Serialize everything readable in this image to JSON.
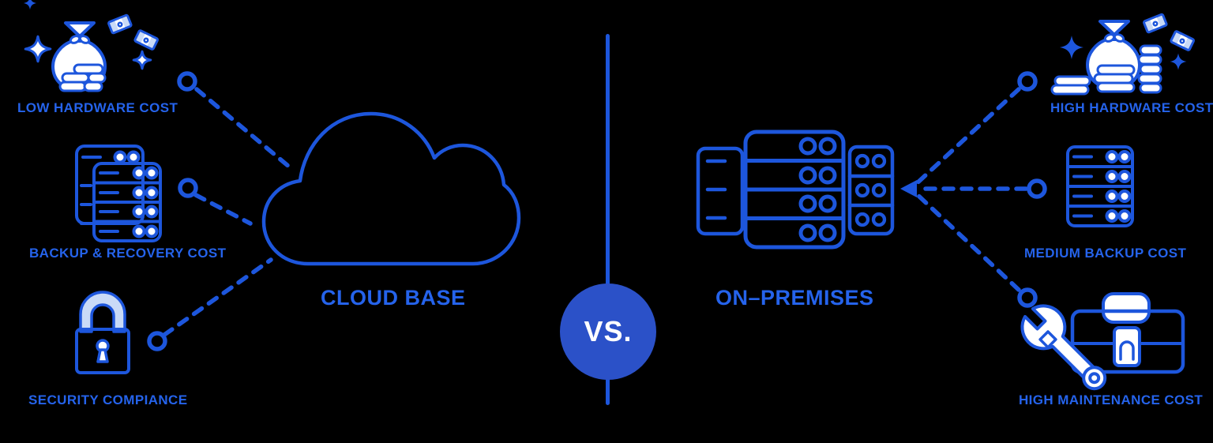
{
  "canvas": {
    "background": "#000000"
  },
  "colors": {
    "accent": "#1D56DC",
    "label": "#2563EB",
    "vs-bg": "#2B51C8",
    "fill-light": "#C9DAF7",
    "bg": "#000000"
  },
  "left": {
    "title": "CLOUD BASE",
    "main_icon": "cloud-icon",
    "items": [
      {
        "icon": "money-bag-icon",
        "label": "LOW HARDWARE COST"
      },
      {
        "icon": "server-stack-icon",
        "label": "BACKUP & RECOVERY COST"
      },
      {
        "icon": "padlock-icon",
        "label": "SECURITY COMPIANCE"
      }
    ]
  },
  "center": {
    "vs_label": "VS."
  },
  "right": {
    "title": "ON–PREMISES",
    "main_icon": "server-rack-icon",
    "items": [
      {
        "icon": "money-bag-coins-icon",
        "label": "HIGH HARDWARE COST"
      },
      {
        "icon": "server-icon",
        "label": "MEDIUM BACKUP COST"
      },
      {
        "icon": "toolbox-wrench-icon",
        "label": "HIGH MAINTENANCE COST"
      }
    ]
  }
}
